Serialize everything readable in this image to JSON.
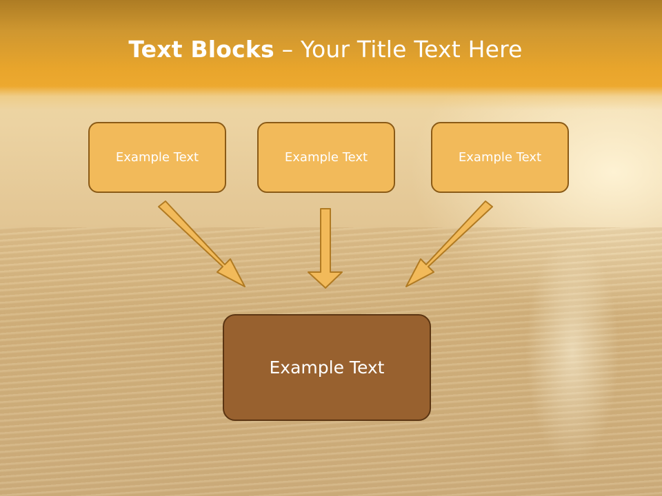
{
  "title": {
    "bold": "Text Blocks",
    "rest": " – Your Title Text Here"
  },
  "blocks": [
    {
      "label": "Example Text"
    },
    {
      "label": "Example Text"
    },
    {
      "label": "Example Text"
    }
  ],
  "main_block": {
    "label": "Example Text"
  },
  "colors": {
    "title_bar": "#eda92f",
    "block_fill": "#f2ba5a",
    "block_border": "#8a5a16",
    "main_fill": "#98612f",
    "arrow_fill": "#f2ba5a",
    "arrow_stroke": "#b07a22"
  }
}
